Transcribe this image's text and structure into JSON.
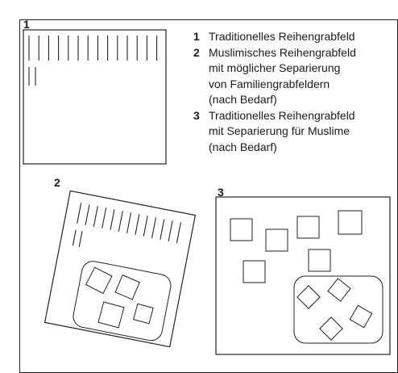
{
  "plans": [
    {
      "number": "1",
      "legend": "Traditionelles Reihengrabfeld"
    },
    {
      "number": "2",
      "legend": "Muslimisches Reihengrabfeld\nmit möglicher Separierung\nvon Familiengrabfeldern\n(nach Bedarf)"
    },
    {
      "number": "3",
      "legend": "Traditionelles Reihengrabfeld\nmit Separierung für Muslime\n(nach Bedarf)"
    }
  ]
}
